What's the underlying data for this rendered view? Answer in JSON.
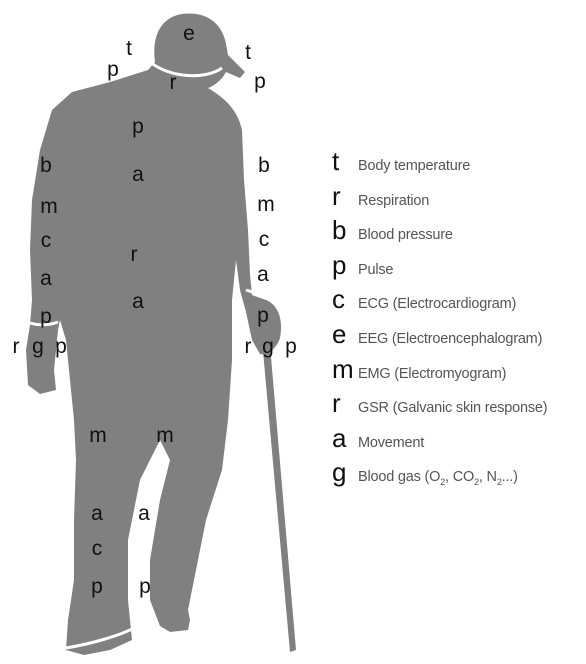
{
  "figure": {
    "body_color": "#808080",
    "seam_color": "#ffffff",
    "body_marks": [
      {
        "id": "cap-e",
        "letter": "e"
      },
      {
        "id": "head-left-t",
        "letter": "t"
      },
      {
        "id": "head-left-p",
        "letter": "p"
      },
      {
        "id": "head-right-t",
        "letter": "t"
      },
      {
        "id": "head-right-p",
        "letter": "p"
      },
      {
        "id": "neck-r",
        "letter": "r"
      },
      {
        "id": "chest-p",
        "letter": "p"
      },
      {
        "id": "chest-a",
        "letter": "a"
      },
      {
        "id": "torso-r",
        "letter": "r"
      },
      {
        "id": "torso-a",
        "letter": "a"
      },
      {
        "id": "left-arm-b",
        "letter": "b"
      },
      {
        "id": "left-arm-m",
        "letter": "m"
      },
      {
        "id": "left-arm-c",
        "letter": "c"
      },
      {
        "id": "left-arm-a",
        "letter": "a"
      },
      {
        "id": "left-wrist-p",
        "letter": "p"
      },
      {
        "id": "left-hand-r",
        "letter": "r"
      },
      {
        "id": "left-hand-g",
        "letter": "g"
      },
      {
        "id": "left-hand-p",
        "letter": "p"
      },
      {
        "id": "right-arm-b",
        "letter": "b"
      },
      {
        "id": "right-arm-m",
        "letter": "m"
      },
      {
        "id": "right-arm-c",
        "letter": "c"
      },
      {
        "id": "right-arm-a",
        "letter": "a"
      },
      {
        "id": "right-wrist-p",
        "letter": "p"
      },
      {
        "id": "right-hand-r",
        "letter": "r"
      },
      {
        "id": "right-hand-g",
        "letter": "g"
      },
      {
        "id": "right-hand-p",
        "letter": "p"
      },
      {
        "id": "left-thigh-m",
        "letter": "m"
      },
      {
        "id": "right-thigh-m",
        "letter": "m"
      },
      {
        "id": "left-shin-a",
        "letter": "a"
      },
      {
        "id": "right-shin-a",
        "letter": "a"
      },
      {
        "id": "left-shin-c",
        "letter": "c"
      },
      {
        "id": "left-ankle-p",
        "letter": "p"
      },
      {
        "id": "right-ankle-p",
        "letter": "p"
      }
    ]
  },
  "legend": [
    {
      "letter": "t",
      "text": "Body temperature"
    },
    {
      "letter": "r",
      "text": "Respiration"
    },
    {
      "letter": "b",
      "text": "Blood pressure"
    },
    {
      "letter": "p",
      "text": "Pulse"
    },
    {
      "letter": "c",
      "text": "ECG (Electrocardiogram)"
    },
    {
      "letter": "e",
      "text": "EEG (Electroencephalogram)"
    },
    {
      "letter": "m",
      "text": "EMG (Electromyogram)"
    },
    {
      "letter": "r",
      "text": "GSR (Galvanic skin response)"
    },
    {
      "letter": "a",
      "text": "Movement"
    },
    {
      "letter": "g",
      "text": "Blood gas (O",
      "parts": [
        "Blood gas (O",
        "2",
        ", CO",
        "2",
        ", N",
        "2",
        "...)"
      ]
    }
  ]
}
